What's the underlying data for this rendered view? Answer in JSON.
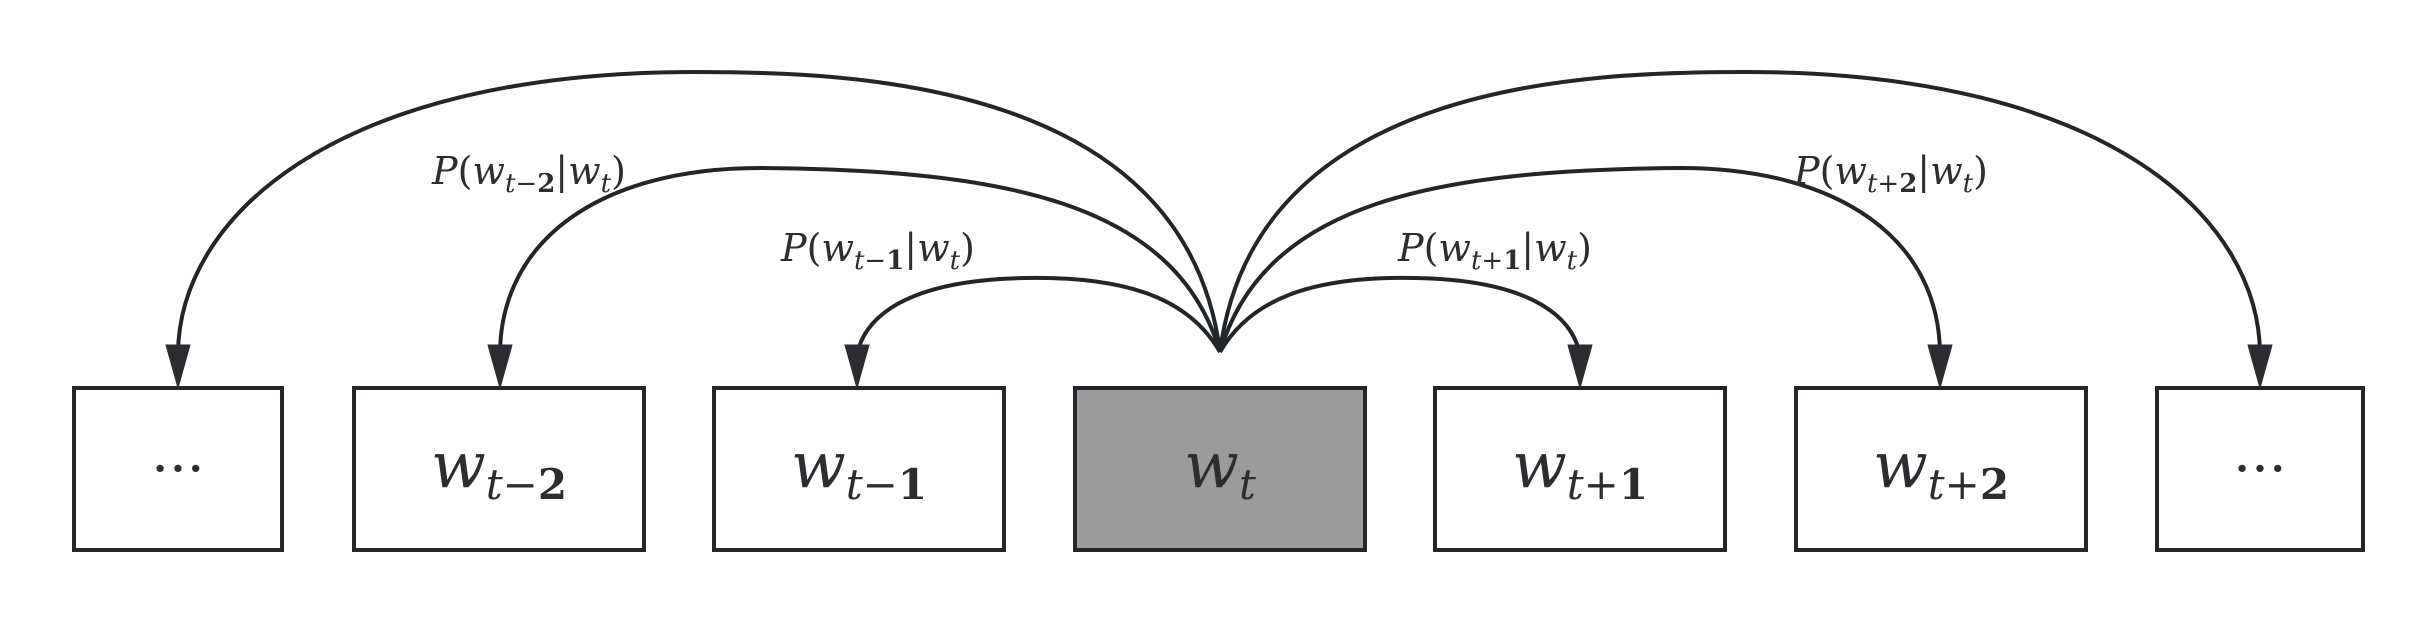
{
  "nodes": [
    {
      "id": "left-ellipsis",
      "base": "···",
      "sub": ""
    },
    {
      "id": "w-t-minus-2",
      "base": "w",
      "sub_var": "t",
      "sub_op": "−",
      "sub_num": "2"
    },
    {
      "id": "w-t-minus-1",
      "base": "w",
      "sub_var": "t",
      "sub_op": "−",
      "sub_num": "1"
    },
    {
      "id": "w-t",
      "base": "w",
      "sub_var": "t",
      "sub_op": "",
      "sub_num": ""
    },
    {
      "id": "w-t-plus-1",
      "base": "w",
      "sub_var": "t",
      "sub_op": "+",
      "sub_num": "1"
    },
    {
      "id": "w-t-plus-2",
      "base": "w",
      "sub_var": "t",
      "sub_op": "+",
      "sub_num": "2"
    },
    {
      "id": "right-ellipsis",
      "base": "···",
      "sub": ""
    }
  ],
  "edge_labels": {
    "minus_2": {
      "p": "P",
      "open": "(",
      "w": "w",
      "sub_var": "t",
      "sub_op": "−",
      "sub_num": "2",
      "bar": "|",
      "w2": "w",
      "sub2": "t",
      "close": ")"
    },
    "minus_1": {
      "p": "P",
      "open": "(",
      "w": "w",
      "sub_var": "t",
      "sub_op": "−",
      "sub_num": "1",
      "bar": "|",
      "w2": "w",
      "sub2": "t",
      "close": ")"
    },
    "plus_1": {
      "p": "P",
      "open": "(",
      "w": "w",
      "sub_var": "t",
      "sub_op": "+",
      "sub_num": "1",
      "bar": "|",
      "w2": "w",
      "sub2": "t",
      "close": ")"
    },
    "plus_2": {
      "p": "P",
      "open": "(",
      "w": "w",
      "sub_var": "t",
      "sub_op": "+",
      "sub_num": "2",
      "bar": "|",
      "w2": "w",
      "sub2": "t",
      "close": ")"
    }
  },
  "colors": {
    "stroke": "#22262a",
    "center_fill": "#9b9b9b",
    "box_fill": "#ffffff"
  }
}
